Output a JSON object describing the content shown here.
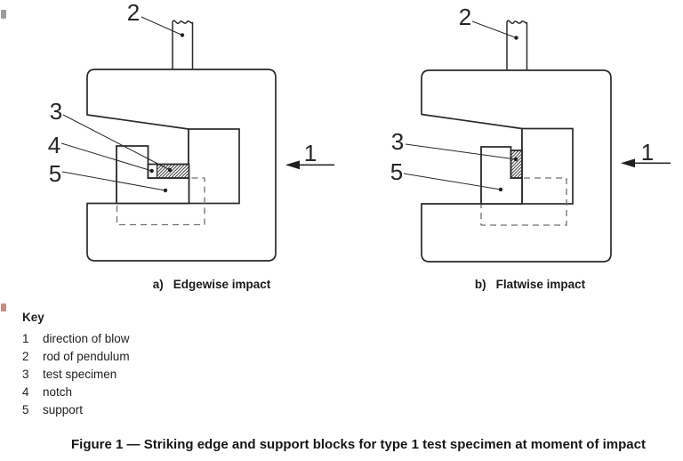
{
  "figure_caption": "Figure 1 — Striking edge and support blocks for type 1 test specimen at moment of impact",
  "key": {
    "title": "Key",
    "items": [
      {
        "num": "1",
        "label": "direction of blow"
      },
      {
        "num": "2",
        "label": "rod of pendulum"
      },
      {
        "num": "3",
        "label": "test specimen"
      },
      {
        "num": "4",
        "label": "notch"
      },
      {
        "num": "5",
        "label": "support"
      }
    ]
  },
  "diagram_a": {
    "caption_letter": "a)",
    "caption_text": "Edgewise impact",
    "labels": {
      "blow": "1",
      "rod": "2",
      "specimen": "3",
      "notch": "4",
      "support": "5"
    }
  },
  "diagram_b": {
    "caption_letter": "b)",
    "caption_text": "Flatwise impact",
    "labels": {
      "blow": "1",
      "rod": "2",
      "specimen": "3",
      "support": "5"
    }
  },
  "colors": {
    "line": "#2a2a2a",
    "dashed_line": "#707070",
    "background": "#ffffff"
  }
}
